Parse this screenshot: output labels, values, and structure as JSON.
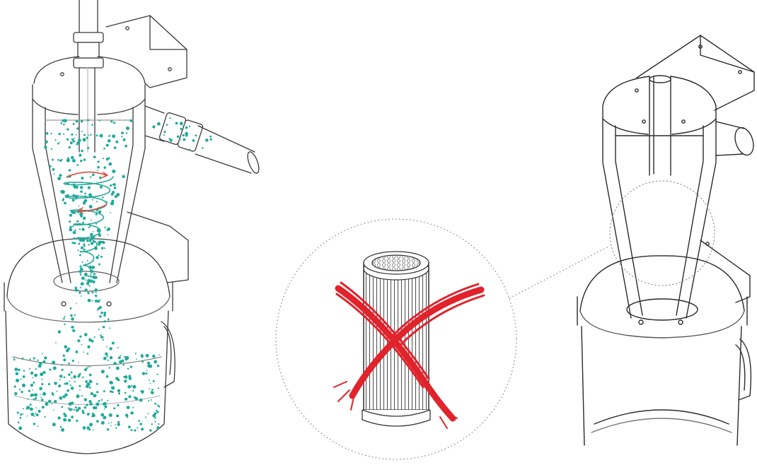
{
  "colors": {
    "line": "#3a3a3a",
    "light_line": "#8a8a8a",
    "dust": "#1fa99a",
    "swirl": "#2aa89a",
    "arrow": "#e04a3c",
    "cross": "#e1232b",
    "dotted": "#8a8a8a",
    "background": "#ffffff"
  },
  "panels": [
    {
      "name": "left-separator-with-dust-flow",
      "shows": "cyclone-separator-cutaway"
    },
    {
      "name": "middle-filter-crossed-out",
      "shows": "cartridge-filter-with-red-x"
    },
    {
      "name": "right-separator-outline",
      "shows": "cyclone-separator-cutaway"
    }
  ],
  "icons": [
    "cyclone-separator-icon",
    "cartridge-filter-icon",
    "red-cross-icon",
    "spiral-airflow-icon"
  ]
}
